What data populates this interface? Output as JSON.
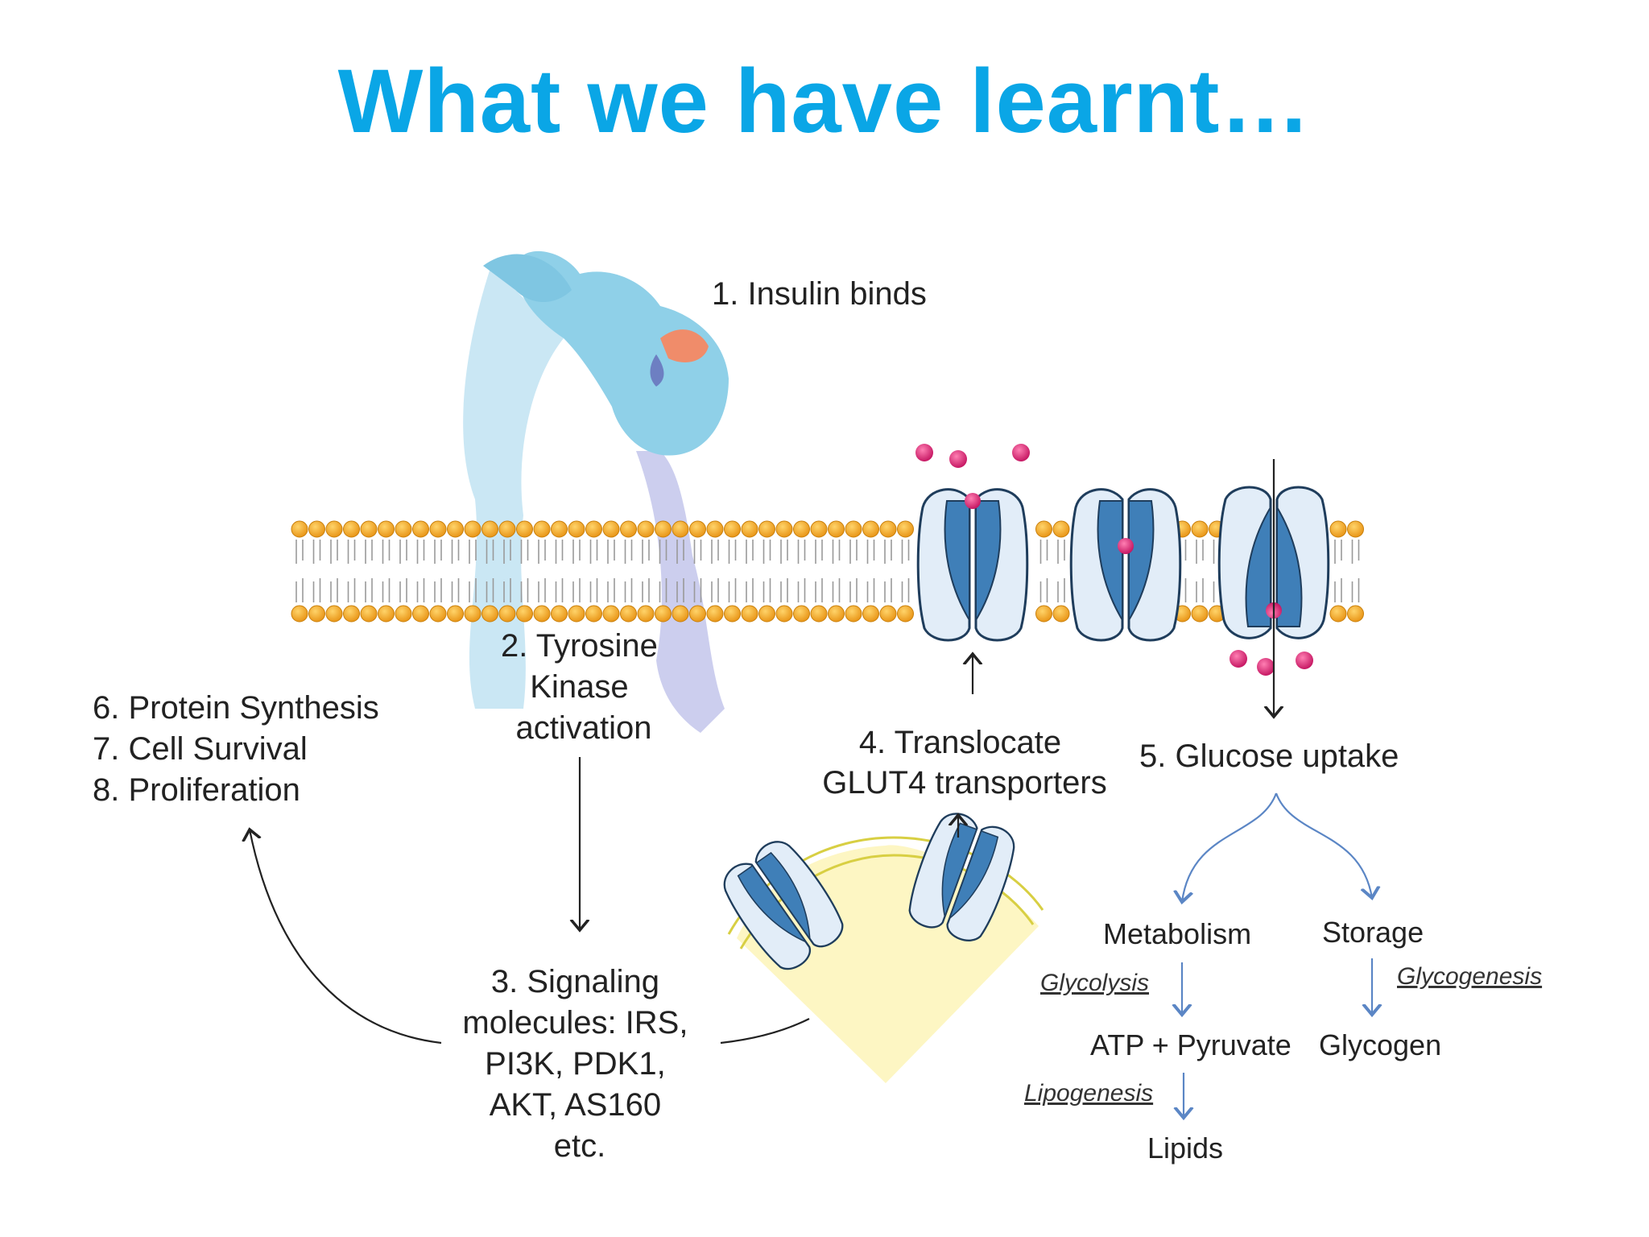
{
  "slide": {
    "title": "What we have learnt…"
  },
  "steps": {
    "s1": "1. Insulin binds",
    "s2": [
      "2. Tyrosine",
      "Kinase",
      "activation"
    ],
    "s3": [
      "3. Signaling",
      "molecules: IRS,",
      "PI3K, PDK1,",
      "AKT, AS160",
      "etc."
    ],
    "s4": [
      "4. Translocate",
      "GLUT4 transporters"
    ],
    "s5": "5. Glucose uptake",
    "s678": [
      "6. Protein Synthesis",
      "7. Cell Survival",
      "8. Proliferation"
    ]
  },
  "fate": {
    "metabolism": "Metabolism",
    "storage": "Storage",
    "glycolysis": "Glycolysis",
    "glycogenesis": "Glycogenesis",
    "atp_pyruvate": "ATP + Pyruvate",
    "glycogen": "Glycogen",
    "lipogenesis": "Lipogenesis",
    "lipids": "Lipids"
  },
  "colors": {
    "title": "#0aa6e6",
    "receptor": "#8fd0e8",
    "receptor_light": "#c7e6f3",
    "receptor_lavender": "#c6c9ec",
    "insulin": "#f08c6a",
    "lipid_head": "#f3a51f",
    "glut_outer": "#e4eef8",
    "glut_inner": "#3f7fb8",
    "glucose": "#d81b6e",
    "arrow_blue": "#5b86c5",
    "vesicle_fill": "#fdf6c3",
    "vesicle_head": "#e2df54"
  }
}
